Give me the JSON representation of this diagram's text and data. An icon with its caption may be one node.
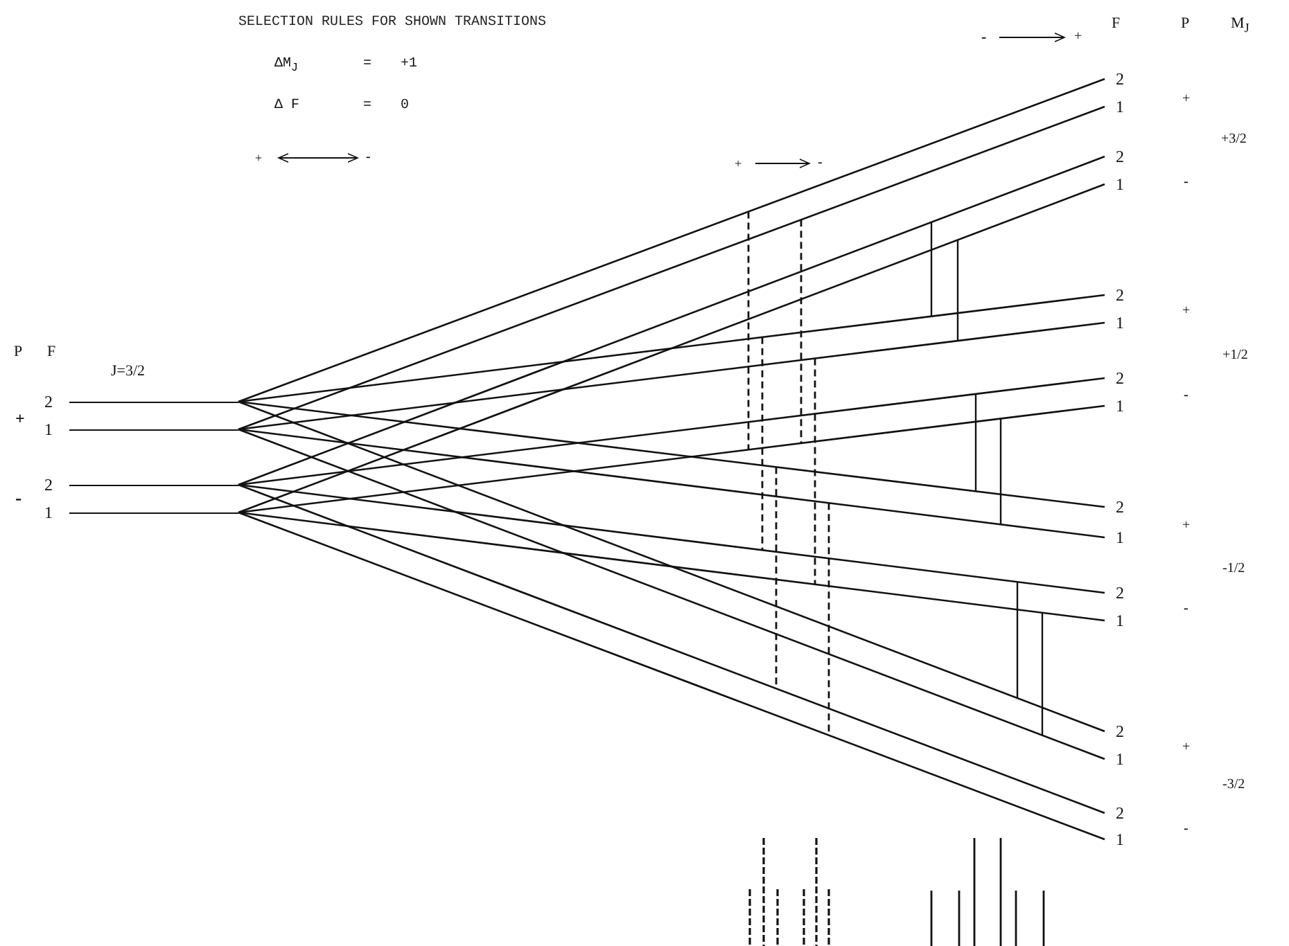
{
  "diagram": {
    "title": "SELECTION RULES FOR SHOWN TRANSITIONS",
    "nodes": [
      {
        "text": [
          "2"
        ]
      },
      {
        "text": [
          "1"
        ]
      },
      {
        "text": [
          "2"
        ]
      },
      {
        "text": [
          "1"
        ]
      },
      {
        "text": [
          "2"
        ]
      },
      {
        "text": [
          "1"
        ]
      },
      {
        "text": [
          "2"
        ]
      },
      {
        "text": [
          "1"
        ]
      },
      {
        "text": [
          "2"
        ]
      },
      {
        "text": [
          "1"
        ]
      },
      {
        "text": [
          "2"
        ]
      },
      {
        "text": [
          "1"
        ]
      },
      {
        "text": [
          "2"
        ]
      },
      {
        "text": [
          "1"
        ]
      },
      {
        "text": [
          "2"
        ]
      },
      {
        "text": [
          "1"
        ]
      },
      {
        "text": [
          "2"
        ]
      },
      {
        "text": [
          "1"
        ]
      },
      {
        "text": [
          "2"
        ]
      },
      {
        "text": [
          "1"
        ]
      }
    ],
    "edges": [
      {
        "from": 0,
        "to": 4,
        "arrow": "none"
      },
      {
        "from": 1,
        "to": 5,
        "arrow": "none"
      },
      {
        "from": 2,
        "to": 6,
        "arrow": "none"
      },
      {
        "from": 3,
        "to": 7,
        "arrow": "none"
      },
      {
        "from": 0,
        "to": 8,
        "arrow": "none"
      },
      {
        "from": 1,
        "to": 9,
        "arrow": "none"
      },
      {
        "from": 2,
        "to": 10,
        "arrow": "none"
      },
      {
        "from": 3,
        "to": 11,
        "arrow": "none"
      },
      {
        "from": 0,
        "to": 12,
        "arrow": "none"
      },
      {
        "from": 1,
        "to": 13,
        "arrow": "none"
      },
      {
        "from": 2,
        "to": 14,
        "arrow": "none"
      },
      {
        "from": 3,
        "to": 15,
        "arrow": "none"
      },
      {
        "from": 0,
        "to": 16,
        "arrow": "none"
      },
      {
        "from": 1,
        "to": 17,
        "arrow": "none"
      },
      {
        "from": 2,
        "to": 18,
        "arrow": "none"
      },
      {
        "from": 3,
        "to": 19,
        "arrow": "none"
      }
    ],
    "labels": [
      "F",
      "P",
      "M$_{J}$",
      "-",
      "+",
      "ΔM$_{J}$",
      "=",
      "+1",
      "+",
      "Δ F",
      "=",
      "0",
      "+3/2",
      "+",
      "-",
      "+",
      "-",
      "-",
      "+",
      "P",
      "F",
      "+1/2",
      "J=3/2",
      "-",
      "+",
      "-",
      "+",
      "-1/2",
      "-",
      "+",
      "-3/2",
      "-"
    ]
  }
}
